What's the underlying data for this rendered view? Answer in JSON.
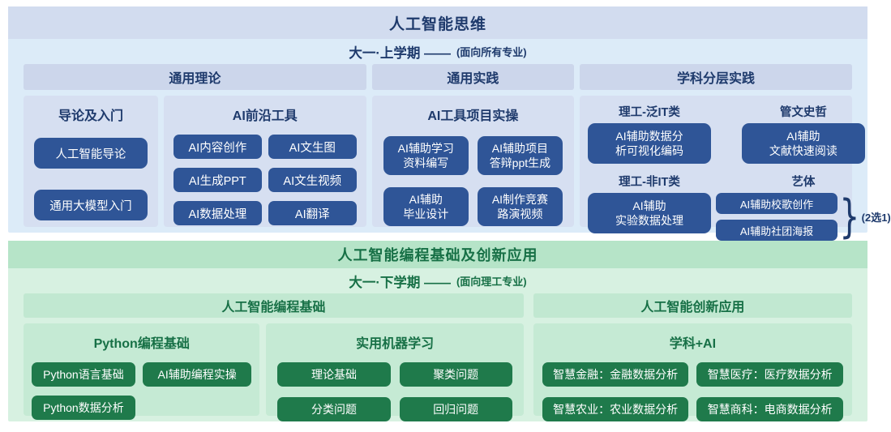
{
  "colors": {
    "navy_button": "#2f5597",
    "navy_text": "#1e3a6c",
    "green_button": "#1f7a4b",
    "green_text": "#177046"
  },
  "top": {
    "title": "人工智能思维",
    "semester": "大一·上学期 ——",
    "audience": "(面向所有专业)",
    "col_headers": [
      "通用理论",
      "通用实践",
      "学科分层实践"
    ],
    "intro": {
      "title": "导论及入门",
      "buttons": [
        "人工智能导论",
        "通用大模型入门"
      ]
    },
    "tools": {
      "title": "AI前沿工具",
      "buttons": [
        "AI内容创作",
        "AI文生图",
        "AI生成PPT",
        "AI文生视频",
        "AI数据处理",
        "AI翻译"
      ]
    },
    "practice": {
      "title": "AI工具项目实操",
      "buttons": [
        "AI辅助学习\n资料编写",
        "AI辅助项目\n答辩ppt生成",
        "AI辅助\n毕业设计",
        "AI制作竞赛\n路演视频"
      ]
    },
    "layered": {
      "groups": [
        {
          "label": "理工-泛IT类",
          "button": "AI辅助数据分\n析可视化编码"
        },
        {
          "label": "管文史哲",
          "button": "AI辅助\n文献快速阅读"
        },
        {
          "label": "理工-非IT类",
          "button": "AI辅助\n实验数据处理"
        },
        {
          "label": "艺体",
          "buttons": [
            "AI辅助校歌创作",
            "AI辅助社团海报"
          ],
          "brace": "}",
          "note": "(2选1)"
        }
      ]
    }
  },
  "bottom": {
    "title": "人工智能编程基础及创新应用",
    "semester": "大一·下学期 ——",
    "audience": "(面向理工专业)",
    "col_headers": [
      "人工智能编程基础",
      "人工智能创新应用"
    ],
    "python": {
      "title": "Python编程基础",
      "buttons": [
        "Python语言基础",
        "AI辅助编程实操",
        "Python数据分析"
      ]
    },
    "ml": {
      "title": "实用机器学习",
      "buttons": [
        "理论基础",
        "聚类问题",
        "分类问题",
        "回归问题"
      ]
    },
    "subject_ai": {
      "title": "学科+AI",
      "buttons": [
        "智慧金融：金融数据分析",
        "智慧医疗：医疗数据分析",
        "智慧农业：农业数据分析",
        "智慧商科：电商数据分析"
      ]
    }
  }
}
